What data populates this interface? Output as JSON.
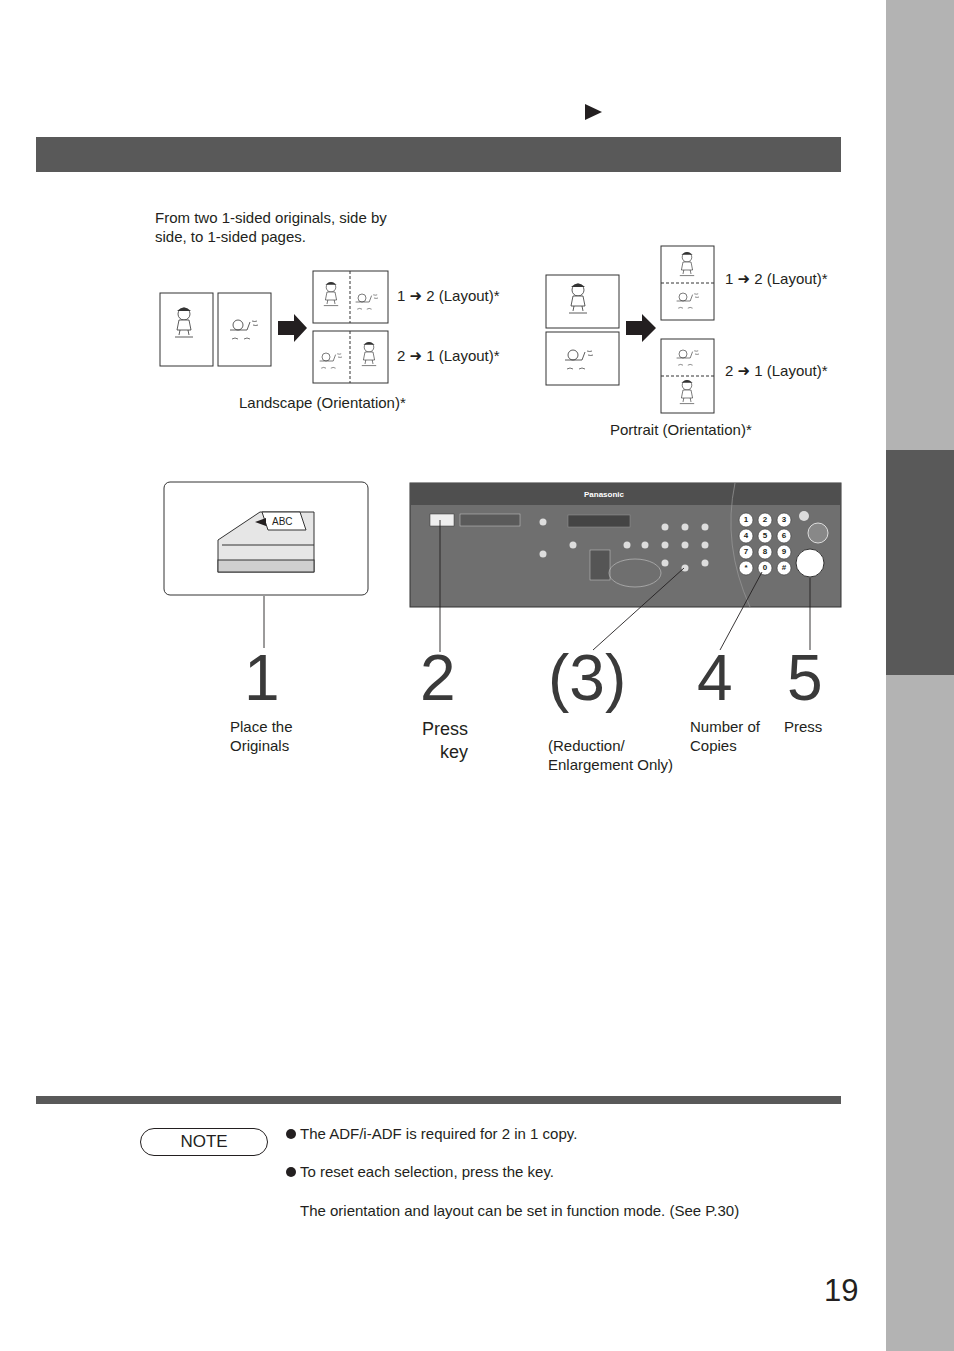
{
  "diagram": {
    "nodes": [
      {
        "text": [
          "NOTE"
        ]
      }
    ],
    "labels": [
      "From two 1-sided originals, side by side, to 1-sided pages.",
      "1 ➜ 2 (Layout)*",
      "2 ➜ 1 (Layout)*",
      "Landscape (Orientation)*",
      "1 ➜ 2 (Layout)*",
      "2 ➜ 1 (Layout)*",
      "Portrait (Orientation)*",
      "ABC",
      "Panasonic",
      "1",
      "2",
      "3",
      "4",
      "5",
      "6",
      "7",
      "8",
      "9",
      "*",
      "0",
      "#",
      "1",
      "Place the Originals",
      "2",
      "Press key",
      "(3)",
      "(Reduction/ Enlargement Only)",
      "4",
      "Number of Copies",
      "5",
      "Press",
      "The ADF/i-ADF is required for 2 in 1 copy.",
      "To reset each selection, press the key.",
      "The orientation and layout can be set in function mode. (See P.30)",
      "19"
    ]
  }
}
